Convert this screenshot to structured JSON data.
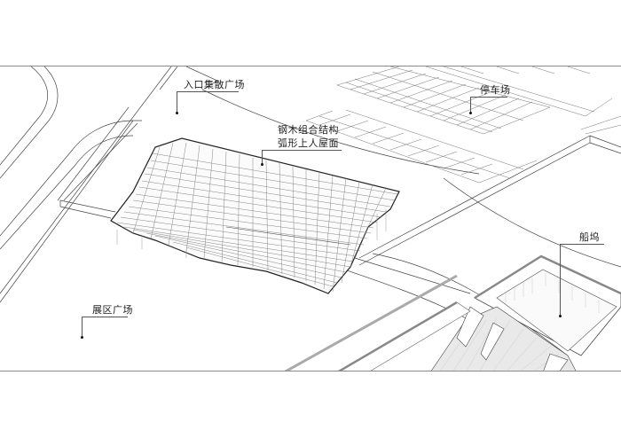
{
  "drawing": {
    "type": "axonometric site plan",
    "labels": [
      {
        "id": "entrance-plaza",
        "text": "入口集散广场"
      },
      {
        "id": "roof-line1",
        "text": "钢木组合结构"
      },
      {
        "id": "roof-line2",
        "text": "弧形上人屋面"
      },
      {
        "id": "parking",
        "text": "停车场"
      },
      {
        "id": "dock",
        "text": "船坞"
      },
      {
        "id": "exhibition-plaza",
        "text": "展区广场"
      }
    ],
    "colors": {
      "line": "#333333",
      "light_line": "#8a8a8a",
      "frame": "#8a8a8a",
      "background": "#ffffff"
    }
  }
}
